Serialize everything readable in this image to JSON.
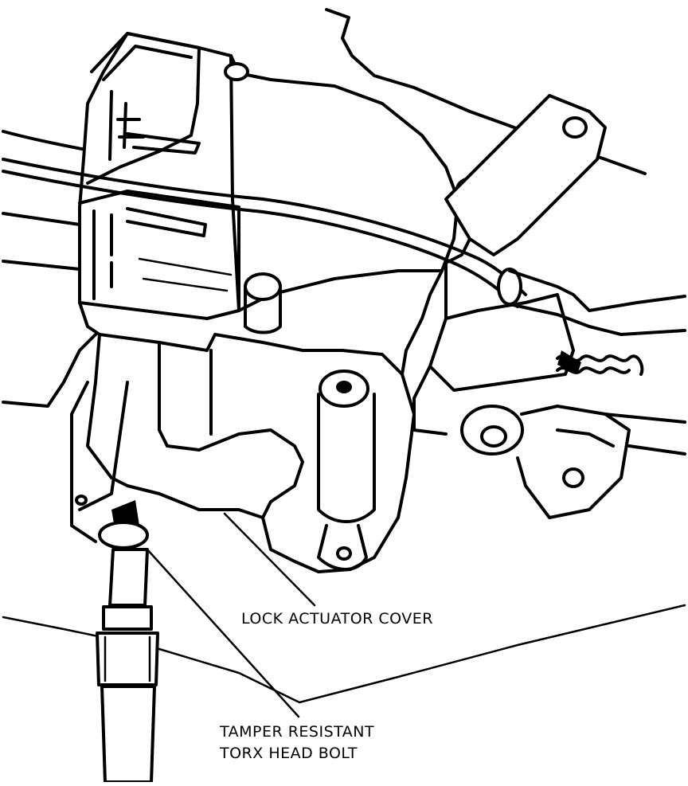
{
  "callouts": {
    "cover": "LOCK ACTUATOR COVER",
    "bolt_line1": "TAMPER RESISTANT",
    "bolt_line2": "TORX HEAD BOLT"
  },
  "colors": {
    "ink": "#000000",
    "paper": "#ffffff"
  }
}
